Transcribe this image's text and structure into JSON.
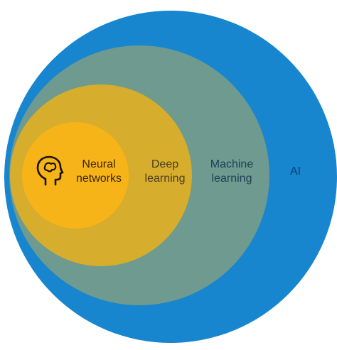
{
  "diagram": {
    "layers": [
      {
        "id": "ai",
        "label_lines": [
          "AI"
        ],
        "color": "#1786cf"
      },
      {
        "id": "machine-learning",
        "label_lines": [
          "Machine",
          "learning"
        ],
        "color": "#6e9a8f"
      },
      {
        "id": "deep-learning",
        "label_lines": [
          "Deep",
          "learning"
        ],
        "color": "#d6ad2c"
      },
      {
        "id": "neural-networks",
        "label_lines": [
          "Neural",
          "networks"
        ],
        "color": "#f6b418"
      }
    ],
    "icon": "human-head-icon"
  }
}
